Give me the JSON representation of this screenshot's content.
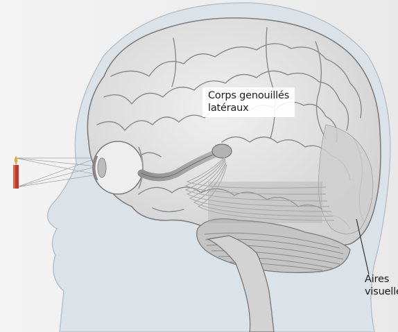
{
  "labels": {
    "lgn_line1": "Corps genouillés",
    "lgn_line2": "latéraux",
    "visual_line1": "Aires",
    "visual_line2": "visuelles"
  },
  "colors": {
    "background": "#f2f2f2",
    "head_silhouette": "#dbe2e8",
    "brain_fill": "#e4e4e4",
    "brain_stroke": "#8a8a8a",
    "cerebellum": "#c4c4c4",
    "optic_pathway": "#9a9a9a",
    "visual_cortex": "#cfcfcf",
    "candle": "#c0392b",
    "flame": "#e8a33b"
  }
}
